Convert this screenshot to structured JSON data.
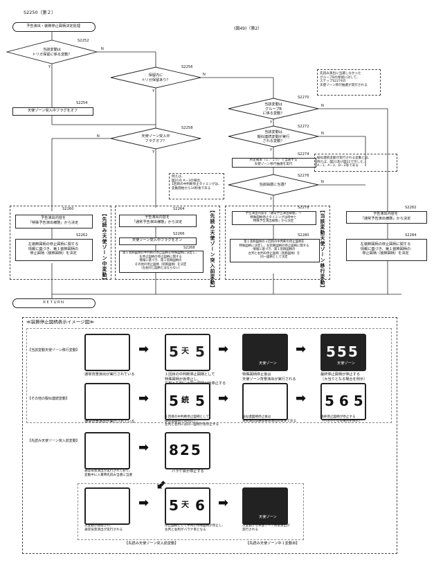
{
  "header": {
    "step_no": "S2250（第２）",
    "fig_label": "(図49)（第2）"
  },
  "flow": {
    "start": "予告演出・装飾停止図柄決定処理",
    "d2252": {
      "label": "当該変動は\nトリガ保留に係る変動？",
      "step": "S2252"
    },
    "d2256": {
      "label": "保留内に\nトリガ保留あり？",
      "step": "S2256"
    },
    "p2254": {
      "label": "天使ゾーン突入中フラグをオフ",
      "step": "S2254"
    },
    "d2258": {
      "label": "天使ゾーン突入中\nフラグオフ？",
      "step": "S2258"
    },
    "d2270": {
      "label": "当該変動は\nグループB\nに係る変動？",
      "step": "S2270"
    },
    "d2272": {
      "label": "当該変動は\n擬似連続変動が実行\nされる変動？",
      "step": "S2272"
    },
    "p2274": {
      "label": "所定確率（１／１５）で当選する\n天使ゾーン移行抽選を実行",
      "step": "S2274"
    },
    "d2276": {
      "label": "当該抽選に当選？",
      "step": "S2276"
    },
    "note_top": "先読み演出に当選しなかった\nグループBの保留に対して、\nステップS2274の\n天使ゾーン移行抽選が実行される",
    "note_mid": "擬似連続変動が実行される変動とは、\n例えば、図21及び図22で示した、\nA－1、A－2、D－2等である",
    "note_left": "例えば、\n図21の A－2の場合、\n1回目の中判断停止タイミングは、\n変動開始から14秒後である",
    "p2260": {
      "label": "予告演出内容を\n「特殊予告演出様態」から決定",
      "step": "S2260"
    },
    "p2262": {
      "label": "左装飾図柄の停止図柄に関する\n情報に基づき、第１装飾図柄の\n停止図柄（装飾図柄）を決定",
      "step": "S2262"
    },
    "p2264": {
      "label": "予告演出内容を\n「通常予告演出様態」から決定",
      "step": "S2264"
    },
    "p2266": {
      "label": "天使ゾーン突入中フラグをオン",
      "step": "S2266"
    },
    "p2268": {
      "label": "第１装飾図柄の中判断の停止図柄を特殊図柄に決定し、\n左停止図柄の停止図柄に関する\n情報に基づき、第１装飾図柄の\nその他の停止図柄（装飾図柄）を決定\n（左右同じ図柄とはならない）",
      "step": "S2268"
    },
    "p2278": {
      "label": "予告演出内容を「通常予告演出様態」～\n特殊図柄停止タイミングは時中と\n特殊予告演出様態」から決定",
      "step": "S2278"
    },
    "p2280": {
      "label": "第１装飾図柄の１回目の中判断の停止図柄を\n特殊図柄に決定し、左装飾図柄の停止図柄に関する\n情報に基づき、第１装飾図柄の\n左判と右判の停止図柄（装飾図柄）を\n同一図柄として決定",
      "step": "S2280"
    },
    "p2282": {
      "label": "予告演出内容を\n「通常予告演出様態」から決定",
      "step": "S2282"
    },
    "p2284": {
      "label": "左装飾図柄の停止図柄に関する\n情報に基づき、第１装飾図柄の\n停止図柄（装飾図柄）を決定",
      "step": "S2284"
    },
    "v1": "【先読み天使ゾーン中変動】",
    "v2": "【先読み天使ゾーン突入前変動】",
    "v3": "【当該変動天使ゾーン移行変動】",
    "y": "Y",
    "n": "N",
    "return": "ＲＥＴＵＲＮ"
  },
  "image": {
    "title": "≪装飾停止図柄表示イメージ図≫",
    "row1_label": "【当該変動天使ゾーン移行変動】",
    "row2_label": "【その他の擬似連続変動】",
    "row3_label": "【先読み天使ゾーン突入前変動】",
    "r1c1": "通常背景演出が実行されている",
    "r1c2": "１回目の中判断停止図柄として\n特殊図柄が仮停止し、\n左判と右判には同一図柄が仮停止する",
    "r1c3": "特殊図柄停止後は\n天使ゾーン背景演出が実行される",
    "r1c4": "最終停止図柄が停止する\n（大当りとなる場合を例示）",
    "r2c1": "通常背景演出が実行されている",
    "r2c2": "１回目の中判断停止図柄として\n擬似連図柄が仮停止し、\n左判と右判には同一図柄が仮停止する",
    "r2c3": "擬似連図柄停止後は\n背景演出は通常背景演出のままである",
    "r2c4": "最終停止図柄が停止する\n（ハズレとなる場合を例示）",
    "r3c1": "通常背景演出が実行されており、\n変動中に入賞時先読み当選に当選",
    "r3c2": "バラケ目が停止する",
    "r4c1": "次変動が開始され、\n通常背景演出が実行される",
    "r4c2": "停止図柄として中判に特殊図柄が停止し、\n左判と右判がバラケ目となる",
    "r4c3": "次変動から天使ゾーン背景演出が\n実行される",
    "foot1": "【先読み天使ゾーン突入前変動】",
    "foot2": "【先読み天使ゾーン中１変動目】",
    "tenshi": "天使ゾーン",
    "ten": "天",
    "zoku": "続",
    "d5": "5",
    "d6": "6",
    "num555": "555",
    "num565": "5 6 5",
    "num825": "825"
  }
}
